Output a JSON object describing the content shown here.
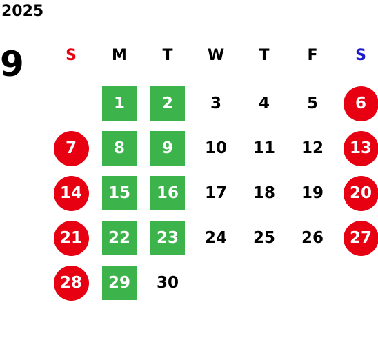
{
  "calendar": {
    "year": "2025",
    "month": "9",
    "colors": {
      "sunday_text": "#e60012",
      "saturday_text": "#1a1acc",
      "holiday_fill": "#e60012",
      "closed_fill": "#3cb44b"
    },
    "weekdays": [
      "S",
      "M",
      "T",
      "W",
      "T",
      "F",
      "S"
    ],
    "weeks": [
      [
        {
          "day": "",
          "style": "empty"
        },
        {
          "day": "1",
          "style": "closed"
        },
        {
          "day": "2",
          "style": "closed"
        },
        {
          "day": "3",
          "style": "plain"
        },
        {
          "day": "4",
          "style": "plain"
        },
        {
          "day": "5",
          "style": "plain"
        },
        {
          "day": "6",
          "style": "holiday"
        }
      ],
      [
        {
          "day": "7",
          "style": "holiday"
        },
        {
          "day": "8",
          "style": "closed"
        },
        {
          "day": "9",
          "style": "closed"
        },
        {
          "day": "10",
          "style": "plain"
        },
        {
          "day": "11",
          "style": "plain"
        },
        {
          "day": "12",
          "style": "plain"
        },
        {
          "day": "13",
          "style": "holiday"
        }
      ],
      [
        {
          "day": "14",
          "style": "holiday"
        },
        {
          "day": "15",
          "style": "closed"
        },
        {
          "day": "16",
          "style": "closed"
        },
        {
          "day": "17",
          "style": "plain"
        },
        {
          "day": "18",
          "style": "plain"
        },
        {
          "day": "19",
          "style": "plain"
        },
        {
          "day": "20",
          "style": "holiday"
        }
      ],
      [
        {
          "day": "21",
          "style": "holiday"
        },
        {
          "day": "22",
          "style": "closed"
        },
        {
          "day": "23",
          "style": "closed"
        },
        {
          "day": "24",
          "style": "plain"
        },
        {
          "day": "25",
          "style": "plain"
        },
        {
          "day": "26",
          "style": "plain"
        },
        {
          "day": "27",
          "style": "holiday"
        }
      ],
      [
        {
          "day": "28",
          "style": "holiday"
        },
        {
          "day": "29",
          "style": "closed"
        },
        {
          "day": "30",
          "style": "plain"
        },
        {
          "day": "",
          "style": "empty"
        },
        {
          "day": "",
          "style": "empty"
        },
        {
          "day": "",
          "style": "empty"
        },
        {
          "day": "",
          "style": "empty"
        }
      ]
    ]
  }
}
